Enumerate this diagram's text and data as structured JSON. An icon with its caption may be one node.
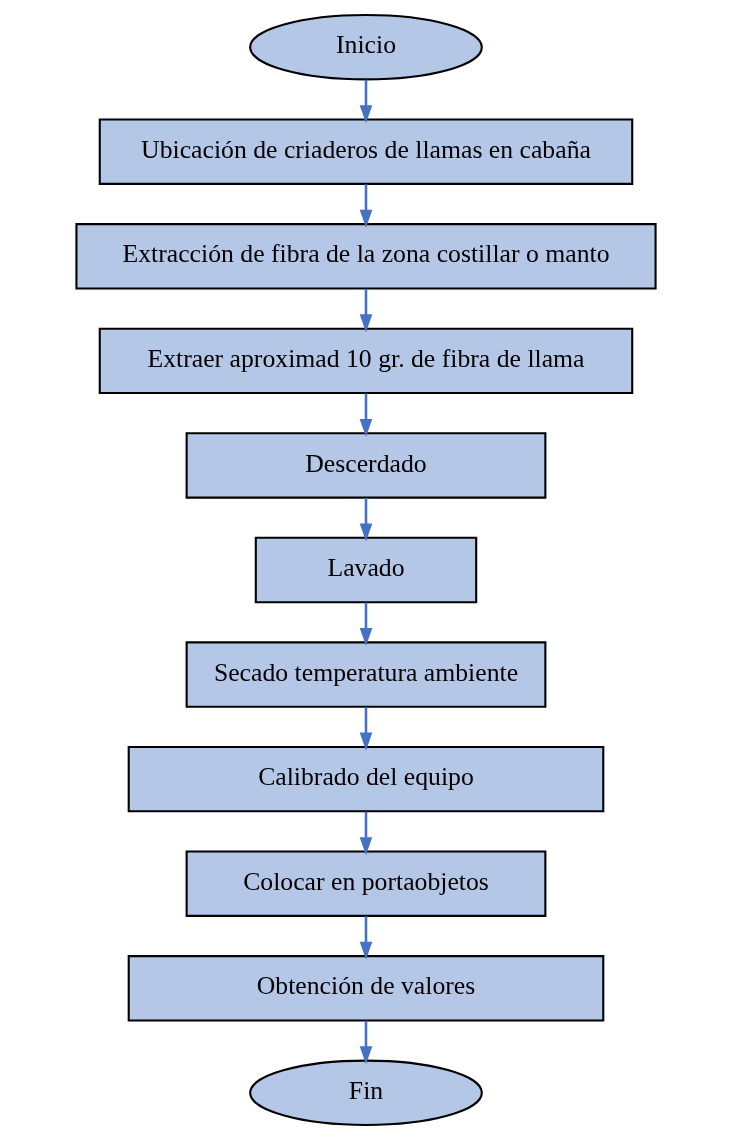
{
  "diagram": {
    "nodes": [
      {
        "text": [
          "Inicio"
        ]
      },
      {
        "text": [
          "Ubicación de criaderos de llamas en cabaña"
        ]
      },
      {
        "text": [
          "Extracción de fibra de la zona costillar o manto"
        ]
      },
      {
        "text": [
          "Extraer aproximad 10 gr. de fibra de llama"
        ]
      },
      {
        "text": [
          "Descerdado"
        ]
      },
      {
        "text": [
          "Lavado"
        ]
      },
      {
        "text": [
          "Secado temperatura ambiente"
        ]
      },
      {
        "text": [
          "Calibrado del equipo"
        ]
      },
      {
        "text": [
          "Colocar en portaobjetos"
        ]
      },
      {
        "text": [
          "Obtención de valores"
        ]
      },
      {
        "text": [
          "Fin"
        ]
      }
    ],
    "edges": [
      {
        "from": 0,
        "to": 1,
        "arrow": "to"
      },
      {
        "from": 1,
        "to": 2,
        "arrow": "to"
      },
      {
        "from": 2,
        "to": 3,
        "arrow": "to"
      },
      {
        "from": 3,
        "to": 4,
        "arrow": "to"
      },
      {
        "from": 4,
        "to": 5,
        "arrow": "to"
      },
      {
        "from": 5,
        "to": 6,
        "arrow": "to"
      },
      {
        "from": 6,
        "to": 7,
        "arrow": "to"
      },
      {
        "from": 7,
        "to": 8,
        "arrow": "to"
      },
      {
        "from": 8,
        "to": 9,
        "arrow": "to"
      },
      {
        "from": 9,
        "to": 10,
        "arrow": "to"
      }
    ]
  }
}
